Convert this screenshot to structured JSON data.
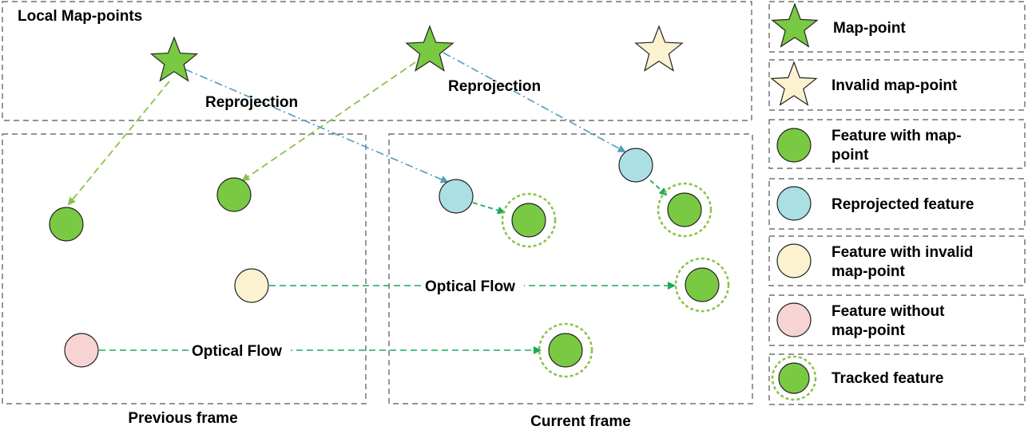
{
  "colors": {
    "mappoint_fill": "#7ac943",
    "invalid_fill": "#fdf2d0",
    "feature_fill": "#7ac943",
    "reprojected_fill": "#aadfe4",
    "invalid_feature_fill": "#fdf2d0",
    "no_mappoint_fill": "#f7d3d3",
    "ring": "#8bc34a",
    "reprojection_arrow": "#4f9ebc",
    "mappoint_arrow": "#8bc34a",
    "optical_flow_arrow": "#1aaa5a"
  },
  "regions": {
    "local_mappoints": "Local Map-points",
    "previous_frame": "Previous frame",
    "current_frame": "Current frame"
  },
  "annotations": {
    "reprojection_1": "Reprojection",
    "reprojection_2": "Reprojection",
    "optical_flow_1": "Optical Flow",
    "optical_flow_2": "Optical Flow"
  },
  "legend": [
    {
      "icon": "green-star",
      "label_lines": [
        "Map-point"
      ]
    },
    {
      "icon": "cream-star",
      "label_lines": [
        "Invalid map-point"
      ]
    },
    {
      "icon": "green-circle",
      "label_lines": [
        "Feature with map-",
        "point"
      ]
    },
    {
      "icon": "blue-circle",
      "label_lines": [
        "Reprojected feature"
      ]
    },
    {
      "icon": "cream-circle",
      "label_lines": [
        "Feature with invalid",
        "map-point"
      ]
    },
    {
      "icon": "pink-circle",
      "label_lines": [
        "Feature without",
        "map-point"
      ]
    },
    {
      "icon": "tracked-circle",
      "label_lines": [
        "Tracked feature"
      ]
    }
  ]
}
